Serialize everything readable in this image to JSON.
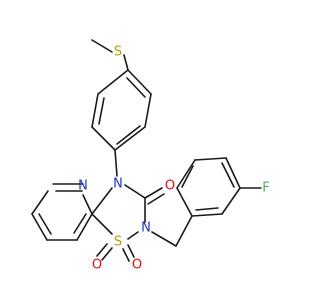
{
  "molecule": {
    "atoms": [
      {
        "id": "s_methyl",
        "label": "S",
        "color": "#b3a300"
      },
      {
        "id": "n_pyridine",
        "label": "N",
        "color": "#2233cc"
      },
      {
        "id": "n_amide",
        "label": "N",
        "color": "#2233cc"
      },
      {
        "id": "o_carbonyl",
        "label": "O",
        "color": "#dd1111"
      },
      {
        "id": "f_fluoro",
        "label": "F",
        "color": "#4caf50"
      },
      {
        "id": "n_sulfonamide",
        "label": "N",
        "color": "#2233cc"
      },
      {
        "id": "s_sulfonyl",
        "label": "S",
        "color": "#b3a300"
      },
      {
        "id": "o_sulfonyl_1",
        "label": "O",
        "color": "#dd1111"
      },
      {
        "id": "o_sulfonyl_2",
        "label": "O",
        "color": "#dd1111"
      }
    ],
    "bond_color": "#1a1a1a"
  }
}
